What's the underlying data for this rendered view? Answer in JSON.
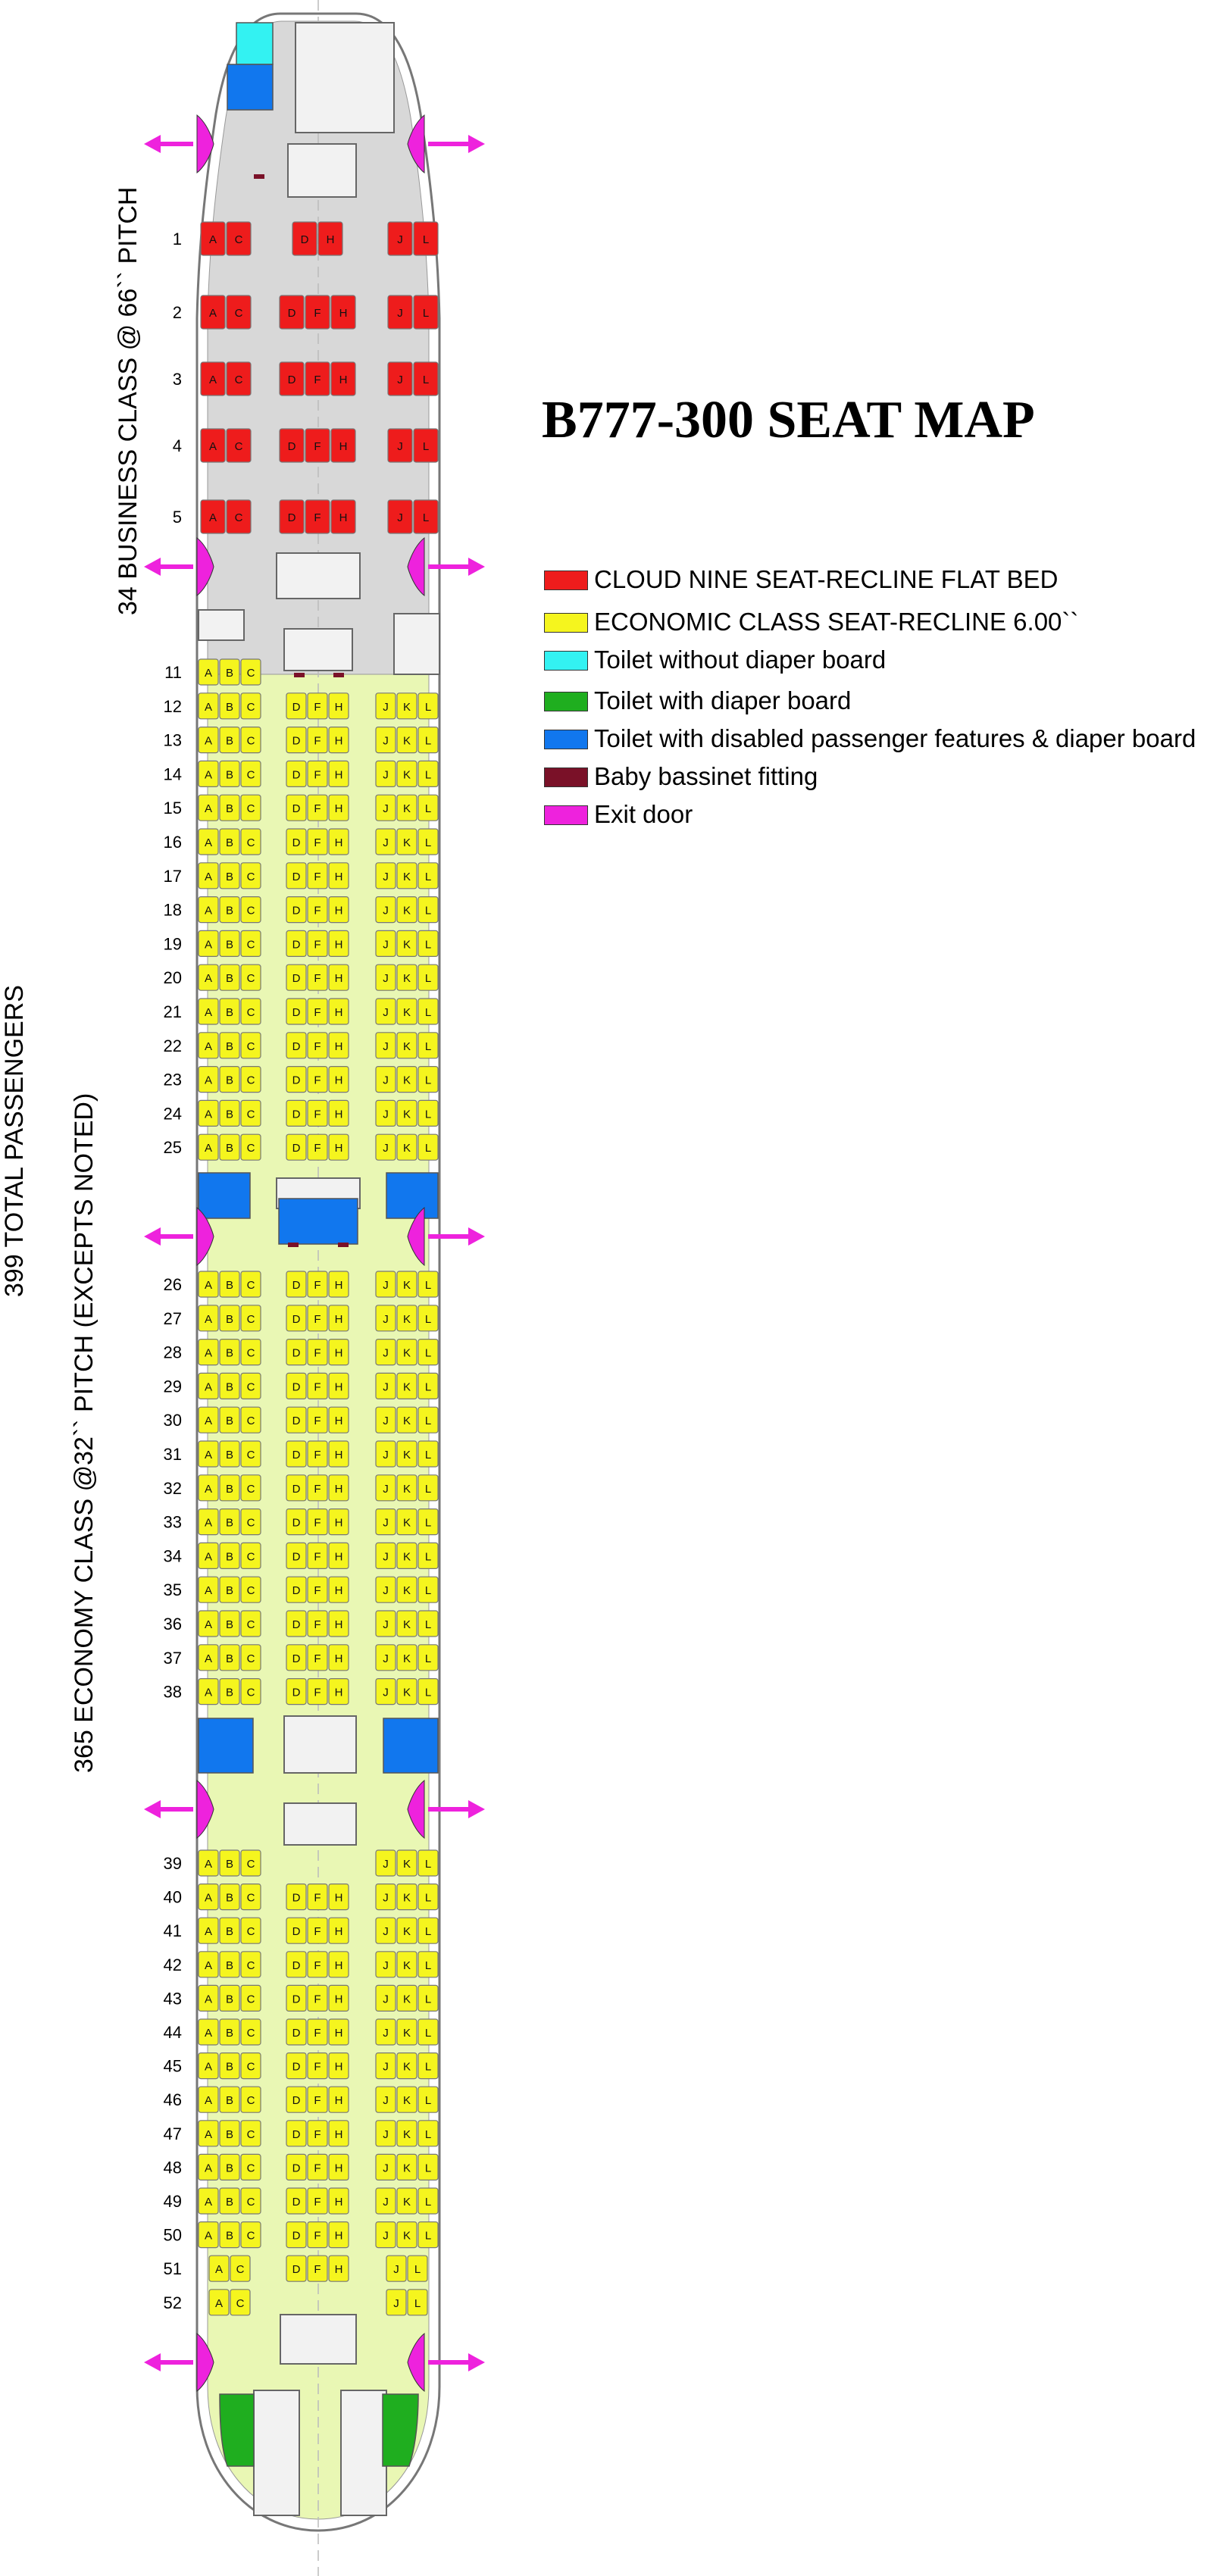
{
  "title": "B777-300 SEAT MAP",
  "side_labels": {
    "business": "34 BUSINESS CLASS @ 66`` PITCH",
    "total": "399 TOTAL PASSENGERS",
    "economy": "365 ECONOMY CLASS @32`` PITCH (EXCEPTS NOTED)"
  },
  "legend": [
    {
      "label": "CLOUD NINE SEAT-RECLINE FLAT BED",
      "color": "#ee1c1c"
    },
    {
      "label": "ECONOMIC CLASS SEAT-RECLINE 6.00``",
      "color": "#f5f51e"
    },
    {
      "label": "Toilet without diaper board",
      "color": "#33f2f2"
    },
    {
      "label": "Toilet with diaper board",
      "color": "#1fae1f"
    },
    {
      "label": "Toilet with disabled passenger features & diaper board",
      "color": "#1177ee"
    },
    {
      "label": "Baby bassinet fitting",
      "color": "#7a1128"
    },
    {
      "label": "Exit door",
      "color": "#ee22dd"
    }
  ],
  "colors": {
    "business_seat": "#ee1c1c",
    "economy_seat": "#f5f51e",
    "business_floor": "#d8d8d8",
    "economy_floor": "#e9f7b4",
    "toilet_cyan": "#33f2f2",
    "toilet_green": "#1fae1f",
    "toilet_blue": "#1177ee",
    "bassinet": "#7a1128",
    "exit": "#ee22dd"
  },
  "business_rows": [
    {
      "row": "1",
      "groups": [
        [
          "A",
          "C"
        ],
        [
          "D",
          "H"
        ],
        [
          "J",
          "L"
        ]
      ]
    },
    {
      "row": "2",
      "groups": [
        [
          "A",
          "C"
        ],
        [
          "D",
          "F",
          "H"
        ],
        [
          "J",
          "L"
        ]
      ]
    },
    {
      "row": "3",
      "groups": [
        [
          "A",
          "C"
        ],
        [
          "D",
          "F",
          "H"
        ],
        [
          "J",
          "L"
        ]
      ]
    },
    {
      "row": "4",
      "groups": [
        [
          "A",
          "C"
        ],
        [
          "D",
          "F",
          "H"
        ],
        [
          "J",
          "L"
        ]
      ]
    },
    {
      "row": "5",
      "groups": [
        [
          "A",
          "C"
        ],
        [
          "D",
          "F",
          "H"
        ],
        [
          "J",
          "L"
        ]
      ]
    }
  ],
  "economy_rows": [
    {
      "row": "11",
      "groups": [
        [
          "A",
          "B",
          "C"
        ],
        [],
        []
      ]
    },
    {
      "row": "12",
      "groups": [
        [
          "A",
          "B",
          "C"
        ],
        [
          "D",
          "F",
          "H"
        ],
        [
          "J",
          "K",
          "L"
        ]
      ]
    },
    {
      "row": "13",
      "groups": [
        [
          "A",
          "B",
          "C"
        ],
        [
          "D",
          "F",
          "H"
        ],
        [
          "J",
          "K",
          "L"
        ]
      ]
    },
    {
      "row": "14",
      "groups": [
        [
          "A",
          "B",
          "C"
        ],
        [
          "D",
          "F",
          "H"
        ],
        [
          "J",
          "K",
          "L"
        ]
      ]
    },
    {
      "row": "15",
      "groups": [
        [
          "A",
          "B",
          "C"
        ],
        [
          "D",
          "F",
          "H"
        ],
        [
          "J",
          "K",
          "L"
        ]
      ]
    },
    {
      "row": "16",
      "groups": [
        [
          "A",
          "B",
          "C"
        ],
        [
          "D",
          "F",
          "H"
        ],
        [
          "J",
          "K",
          "L"
        ]
      ]
    },
    {
      "row": "17",
      "groups": [
        [
          "A",
          "B",
          "C"
        ],
        [
          "D",
          "F",
          "H"
        ],
        [
          "J",
          "K",
          "L"
        ]
      ]
    },
    {
      "row": "18",
      "groups": [
        [
          "A",
          "B",
          "C"
        ],
        [
          "D",
          "F",
          "H"
        ],
        [
          "J",
          "K",
          "L"
        ]
      ]
    },
    {
      "row": "19",
      "groups": [
        [
          "A",
          "B",
          "C"
        ],
        [
          "D",
          "F",
          "H"
        ],
        [
          "J",
          "K",
          "L"
        ]
      ]
    },
    {
      "row": "20",
      "groups": [
        [
          "A",
          "B",
          "C"
        ],
        [
          "D",
          "F",
          "H"
        ],
        [
          "J",
          "K",
          "L"
        ]
      ]
    },
    {
      "row": "21",
      "groups": [
        [
          "A",
          "B",
          "C"
        ],
        [
          "D",
          "F",
          "H"
        ],
        [
          "J",
          "K",
          "L"
        ]
      ]
    },
    {
      "row": "22",
      "groups": [
        [
          "A",
          "B",
          "C"
        ],
        [
          "D",
          "F",
          "H"
        ],
        [
          "J",
          "K",
          "L"
        ]
      ]
    },
    {
      "row": "23",
      "groups": [
        [
          "A",
          "B",
          "C"
        ],
        [
          "D",
          "F",
          "H"
        ],
        [
          "J",
          "K",
          "L"
        ]
      ]
    },
    {
      "row": "24",
      "groups": [
        [
          "A",
          "B",
          "C"
        ],
        [
          "D",
          "F",
          "H"
        ],
        [
          "J",
          "K",
          "L"
        ]
      ]
    },
    {
      "row": "25",
      "groups": [
        [
          "A",
          "B",
          "C"
        ],
        [
          "D",
          "F",
          "H"
        ],
        [
          "J",
          "K",
          "L"
        ]
      ]
    },
    {
      "row": "26",
      "groups": [
        [
          "A",
          "B",
          "C"
        ],
        [
          "D",
          "F",
          "H"
        ],
        [
          "J",
          "K",
          "L"
        ]
      ]
    },
    {
      "row": "27",
      "groups": [
        [
          "A",
          "B",
          "C"
        ],
        [
          "D",
          "F",
          "H"
        ],
        [
          "J",
          "K",
          "L"
        ]
      ]
    },
    {
      "row": "28",
      "groups": [
        [
          "A",
          "B",
          "C"
        ],
        [
          "D",
          "F",
          "H"
        ],
        [
          "J",
          "K",
          "L"
        ]
      ]
    },
    {
      "row": "29",
      "groups": [
        [
          "A",
          "B",
          "C"
        ],
        [
          "D",
          "F",
          "H"
        ],
        [
          "J",
          "K",
          "L"
        ]
      ]
    },
    {
      "row": "30",
      "groups": [
        [
          "A",
          "B",
          "C"
        ],
        [
          "D",
          "F",
          "H"
        ],
        [
          "J",
          "K",
          "L"
        ]
      ]
    },
    {
      "row": "31",
      "groups": [
        [
          "A",
          "B",
          "C"
        ],
        [
          "D",
          "F",
          "H"
        ],
        [
          "J",
          "K",
          "L"
        ]
      ]
    },
    {
      "row": "32",
      "groups": [
        [
          "A",
          "B",
          "C"
        ],
        [
          "D",
          "F",
          "H"
        ],
        [
          "J",
          "K",
          "L"
        ]
      ]
    },
    {
      "row": "33",
      "groups": [
        [
          "A",
          "B",
          "C"
        ],
        [
          "D",
          "F",
          "H"
        ],
        [
          "J",
          "K",
          "L"
        ]
      ]
    },
    {
      "row": "34",
      "groups": [
        [
          "A",
          "B",
          "C"
        ],
        [
          "D",
          "F",
          "H"
        ],
        [
          "J",
          "K",
          "L"
        ]
      ]
    },
    {
      "row": "35",
      "groups": [
        [
          "A",
          "B",
          "C"
        ],
        [
          "D",
          "F",
          "H"
        ],
        [
          "J",
          "K",
          "L"
        ]
      ]
    },
    {
      "row": "36",
      "groups": [
        [
          "A",
          "B",
          "C"
        ],
        [
          "D",
          "F",
          "H"
        ],
        [
          "J",
          "K",
          "L"
        ]
      ]
    },
    {
      "row": "37",
      "groups": [
        [
          "A",
          "B",
          "C"
        ],
        [
          "D",
          "F",
          "H"
        ],
        [
          "J",
          "K",
          "L"
        ]
      ]
    },
    {
      "row": "38",
      "groups": [
        [
          "A",
          "B",
          "C"
        ],
        [
          "D",
          "F",
          "H"
        ],
        [
          "J",
          "K",
          "L"
        ]
      ]
    },
    {
      "row": "39",
      "groups": [
        [
          "A",
          "B",
          "C"
        ],
        [],
        [
          "J",
          "K",
          "L"
        ]
      ]
    },
    {
      "row": "40",
      "groups": [
        [
          "A",
          "B",
          "C"
        ],
        [
          "D",
          "F",
          "H"
        ],
        [
          "J",
          "K",
          "L"
        ]
      ]
    },
    {
      "row": "41",
      "groups": [
        [
          "A",
          "B",
          "C"
        ],
        [
          "D",
          "F",
          "H"
        ],
        [
          "J",
          "K",
          "L"
        ]
      ]
    },
    {
      "row": "42",
      "groups": [
        [
          "A",
          "B",
          "C"
        ],
        [
          "D",
          "F",
          "H"
        ],
        [
          "J",
          "K",
          "L"
        ]
      ]
    },
    {
      "row": "43",
      "groups": [
        [
          "A",
          "B",
          "C"
        ],
        [
          "D",
          "F",
          "H"
        ],
        [
          "J",
          "K",
          "L"
        ]
      ]
    },
    {
      "row": "44",
      "groups": [
        [
          "A",
          "B",
          "C"
        ],
        [
          "D",
          "F",
          "H"
        ],
        [
          "J",
          "K",
          "L"
        ]
      ]
    },
    {
      "row": "45",
      "groups": [
        [
          "A",
          "B",
          "C"
        ],
        [
          "D",
          "F",
          "H"
        ],
        [
          "J",
          "K",
          "L"
        ]
      ]
    },
    {
      "row": "46",
      "groups": [
        [
          "A",
          "B",
          "C"
        ],
        [
          "D",
          "F",
          "H"
        ],
        [
          "J",
          "K",
          "L"
        ]
      ]
    },
    {
      "row": "47",
      "groups": [
        [
          "A",
          "B",
          "C"
        ],
        [
          "D",
          "F",
          "H"
        ],
        [
          "J",
          "K",
          "L"
        ]
      ]
    },
    {
      "row": "48",
      "groups": [
        [
          "A",
          "B",
          "C"
        ],
        [
          "D",
          "F",
          "H"
        ],
        [
          "J",
          "K",
          "L"
        ]
      ]
    },
    {
      "row": "49",
      "groups": [
        [
          "A",
          "B",
          "C"
        ],
        [
          "D",
          "F",
          "H"
        ],
        [
          "J",
          "K",
          "L"
        ]
      ]
    },
    {
      "row": "50",
      "groups": [
        [
          "A",
          "B",
          "C"
        ],
        [
          "D",
          "F",
          "H"
        ],
        [
          "J",
          "K",
          "L"
        ]
      ]
    },
    {
      "row": "51",
      "groups": [
        [
          "A",
          "C"
        ],
        [
          "D",
          "F",
          "H"
        ],
        [
          "J",
          "L"
        ]
      ]
    },
    {
      "row": "52",
      "groups": [
        [
          "A",
          "C"
        ],
        [],
        [
          "J",
          "L"
        ]
      ]
    }
  ]
}
